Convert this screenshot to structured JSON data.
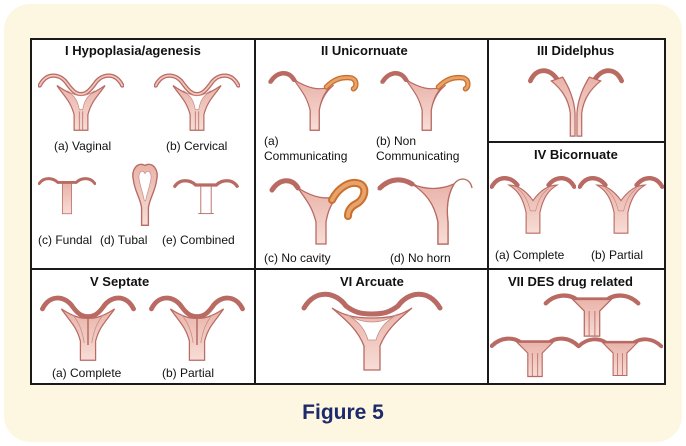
{
  "caption": "Figure 5",
  "colors": {
    "background": "#fdf7e2",
    "tissue_dark": "#b86a63",
    "tissue_light": "#f0c6bd",
    "horn_orange": "#d98a45",
    "caption": "#1c2a6b"
  },
  "panels": {
    "p1": {
      "title": "I Hypoplasia/agenesis",
      "labels": [
        "(a) Vaginal",
        "(b) Cervical",
        "(c) Fundal",
        "(d) Tubal",
        "(e) Combined"
      ]
    },
    "p2": {
      "title": "II Unicornuate",
      "labels": [
        "(a)",
        "Communicating",
        "(b) Non",
        "Communicating",
        "(c) No cavity",
        "(d) No horn"
      ]
    },
    "p3": {
      "title": "III Didelphus"
    },
    "p4": {
      "title": "IV Bicornuate",
      "labels": [
        "(a) Complete",
        "(b) Partial"
      ]
    },
    "p5": {
      "title": "V Septate",
      "labels": [
        "(a) Complete",
        "(b) Partial"
      ]
    },
    "p6": {
      "title": "VI Arcuate"
    },
    "p7": {
      "title": "VII DES drug related"
    }
  }
}
